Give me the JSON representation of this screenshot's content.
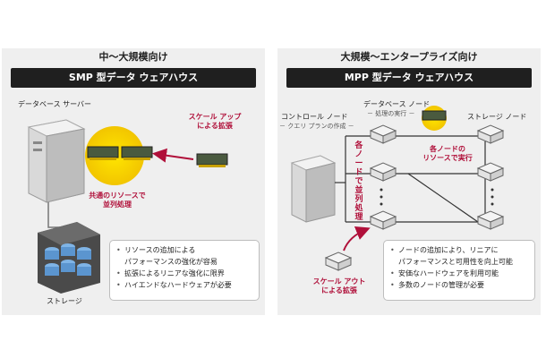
{
  "left": {
    "heading": "中～大規模向け",
    "band": "SMP 型データ ウェアハウス",
    "server_label": "データベース サーバー",
    "scale_up_label": [
      "スケール アップ",
      "による拡張"
    ],
    "shared_label": [
      "共通のリソースで",
      "並列処理"
    ],
    "storage_label": "ストレージ",
    "notes": [
      "リソースの追加による",
      "パフォーマンスの強化が容易",
      "拡張によるリニアな強化に限界",
      "ハイエンドなハードウェアが必要"
    ]
  },
  "right": {
    "heading": "大規模～エンタープライズ向け",
    "band": "MPP 型データ ウェアハウス",
    "db_node_label": "データベース ノード",
    "processing_label": "－ 処理の実行 －",
    "control_node_label": "コントロール ノード",
    "query_plan_label": "－ クエリ プランの作成 －",
    "storage_node_label": "ストレージ ノード",
    "vertical_label": "各ノードで並列処理",
    "node_resource_label": [
      "各ノードの",
      "リソースで実行"
    ],
    "scale_out_label": [
      "スケール アウト",
      "による拡張"
    ],
    "notes": [
      "ノードの追加により、リニアに",
      "パフォーマンスと可用性を向上可能",
      "安価なハードウェアを利用可能",
      "多数のノードの管理が必要"
    ]
  },
  "colors": {
    "accent": "#b0103a",
    "band": "#1f1f1f",
    "panel": "#efefef",
    "highlight": "#f5d400"
  }
}
